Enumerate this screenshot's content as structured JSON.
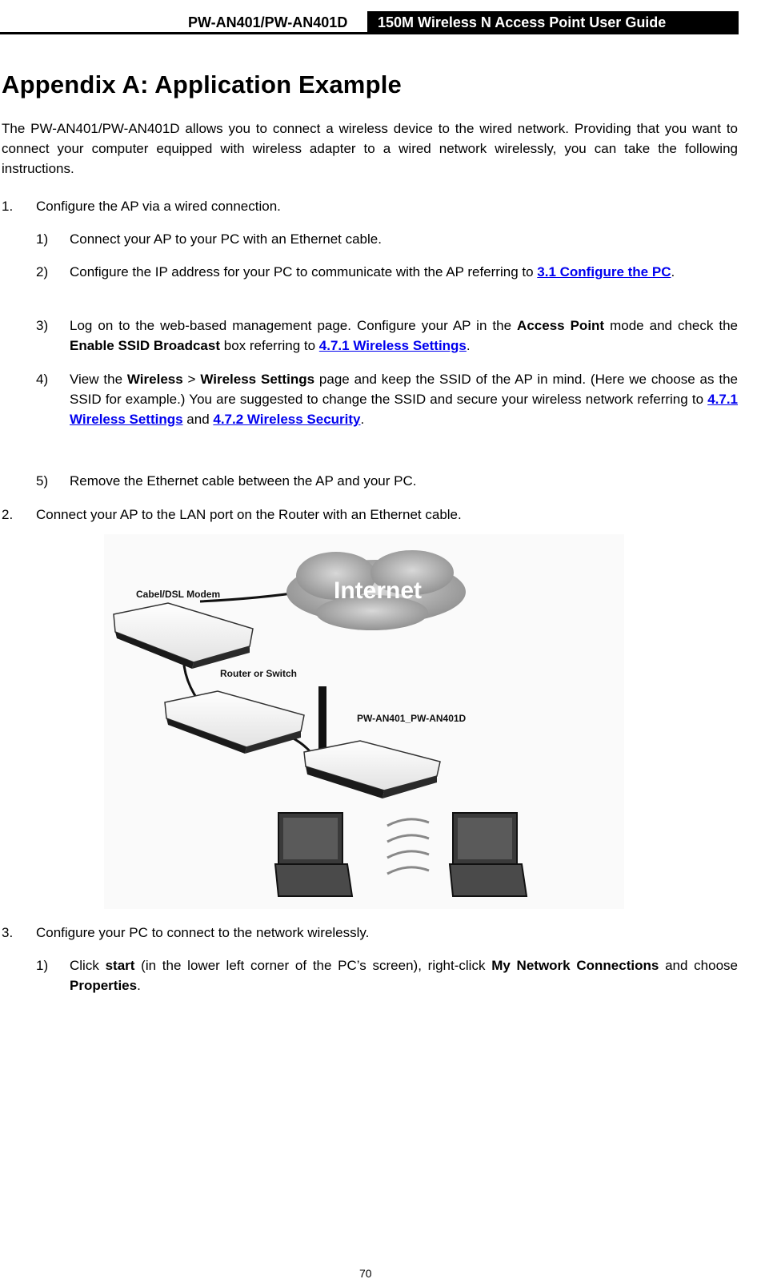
{
  "header": {
    "model": "PW-AN401/PW-AN401D",
    "title": "150M Wireless N Access Point User Guide"
  },
  "heading": "Appendix A: Application Example",
  "intro": "The PW-AN401/PW-AN401D allows you to connect a wireless device to the wired network. Providing that you want to connect your computer equipped with wireless adapter to a wired network wirelessly, you can take the following instructions.",
  "step1": {
    "num": "1.",
    "text": "Configure the AP via a wired connection.",
    "sub": {
      "s1": {
        "num": "1)",
        "text": "Connect your AP to your PC with an Ethernet cable."
      },
      "s2": {
        "num": "2)",
        "pre": "Configure the IP address for your PC to communicate with the AP referring to ",
        "link": "3.1 Configure the PC",
        "post": "."
      },
      "s3": {
        "num": "3)",
        "pre": "Log on to the web-based management page. Configure your AP in the ",
        "b1": "Access Point",
        "mid": " mode and check the ",
        "b2": "Enable SSID Broadcast",
        "mid2": " box referring to ",
        "link": "4.7.1 Wireless Settings",
        "post": "."
      },
      "s4": {
        "num": "4)",
        "pre": "View the ",
        "b1": "Wireless",
        "sep": " > ",
        "b2": "Wireless Settings",
        "mid": " page and keep the SSID of the AP in mind. (Here we choose    as the SSID for example.) You are suggested to change the SSID and secure your wireless network referring to ",
        "link1": "4.7.1 Wireless Settings",
        "and": " and ",
        "link2": "4.7.2 Wireless Security",
        "post": "."
      },
      "s5": {
        "num": "5)",
        "text": "Remove the Ethernet cable between the AP and your PC."
      }
    }
  },
  "step2": {
    "num": "2.",
    "text": "Connect your AP to the LAN port on the Router with an Ethernet cable."
  },
  "figure": {
    "modem_label": "Cabel/DSL Modem",
    "cloud_label": "Internet",
    "router_label": "Router or Switch",
    "ap_label": "PW-AN401_PW-AN401D"
  },
  "step3": {
    "num": "3.",
    "text": "Configure your PC to connect to the network wirelessly.",
    "sub": {
      "s1": {
        "num": "1)",
        "pre": "Click ",
        "b1": "start",
        "mid": " (in the lower left corner of the PC’s screen), right-click ",
        "b2": "My Network Connections",
        "mid2": " and choose ",
        "b3": "Properties",
        "post": "."
      }
    }
  },
  "page_number": "70"
}
